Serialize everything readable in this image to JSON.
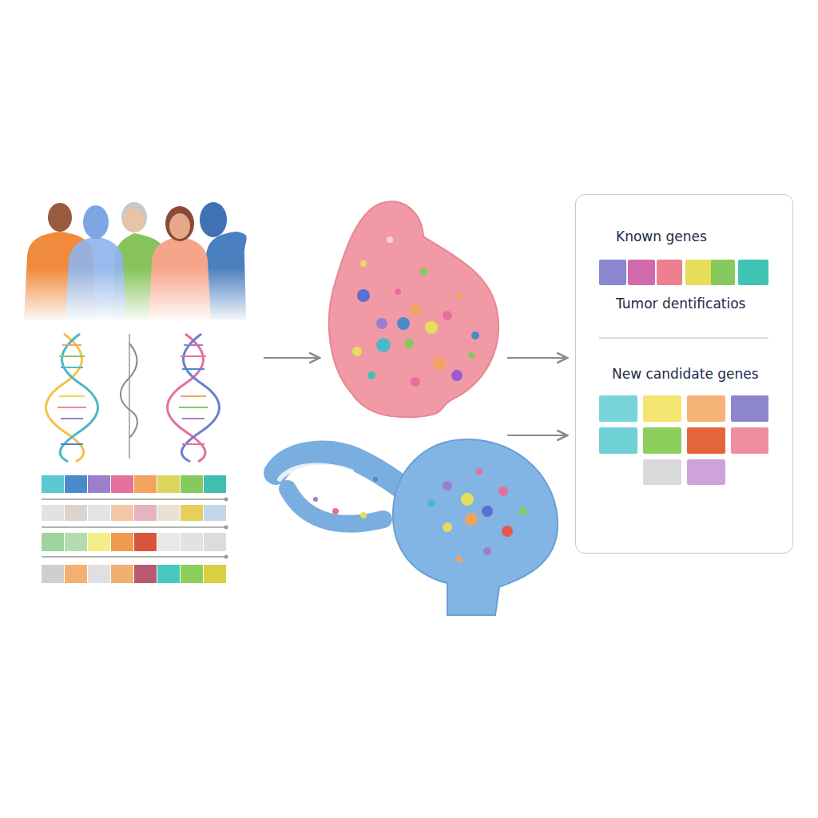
{
  "diagram": {
    "nodes": [
      {
        "text": [
          "Known genes",
          "Tumor dentificatios",
          "New candidate genes"
        ]
      }
    ]
  }
}
